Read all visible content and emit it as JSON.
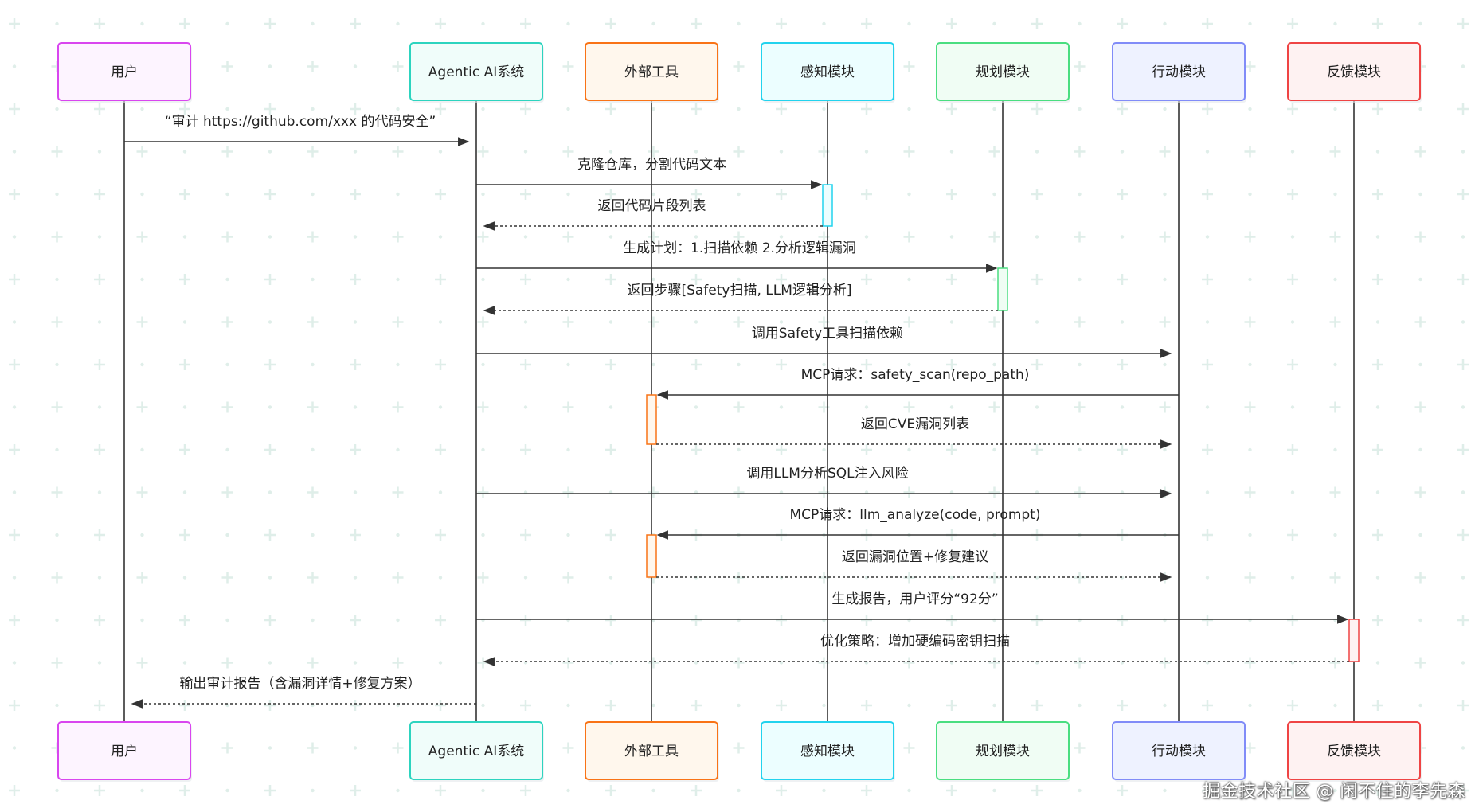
{
  "participants": [
    {
      "key": "user",
      "label": "用户",
      "color": "#d946ef",
      "fill": "#fdf4ff"
    },
    {
      "key": "agent",
      "label": "Agentic AI系统",
      "color": "#2dd4bf",
      "fill": "#f0fdfa"
    },
    {
      "key": "tools",
      "label": "外部工具",
      "color": "#f97316",
      "fill": "#fff7ed"
    },
    {
      "key": "perceive",
      "label": "感知模块",
      "color": "#22d3ee",
      "fill": "#ecfeff"
    },
    {
      "key": "plan",
      "label": "规划模块",
      "color": "#4ade80",
      "fill": "#f0fdf4"
    },
    {
      "key": "act",
      "label": "行动模块",
      "color": "#818cf8",
      "fill": "#eef2ff"
    },
    {
      "key": "feedback",
      "label": "反馈模块",
      "color": "#ef4444",
      "fill": "#fef2f2"
    }
  ],
  "messages": [
    {
      "from": "user",
      "to": "agent",
      "style": "solid",
      "text": "“审计 https://github.com/xxx 的代码安全”"
    },
    {
      "from": "agent",
      "to": "perceive",
      "style": "solid",
      "text": "克隆仓库，分割代码文本"
    },
    {
      "from": "perceive",
      "to": "agent",
      "style": "dashed",
      "text": "返回代码片段列表"
    },
    {
      "from": "agent",
      "to": "plan",
      "style": "solid",
      "text": "生成计划：1.扫描依赖 2.分析逻辑漏洞"
    },
    {
      "from": "plan",
      "to": "agent",
      "style": "dashed",
      "text": "返回步骤[Safety扫描, LLM逻辑分析]"
    },
    {
      "from": "agent",
      "to": "act",
      "style": "solid",
      "text": "调用Safety工具扫描依赖"
    },
    {
      "from": "act",
      "to": "tools",
      "style": "solid",
      "text": "MCP请求：safety_scan(repo_path)"
    },
    {
      "from": "tools",
      "to": "act",
      "style": "dashed",
      "text": "返回CVE漏洞列表"
    },
    {
      "from": "agent",
      "to": "act",
      "style": "solid",
      "text": "调用LLM分析SQL注入风险"
    },
    {
      "from": "act",
      "to": "tools",
      "style": "solid",
      "text": "MCP请求：llm_analyze(code, prompt)"
    },
    {
      "from": "tools",
      "to": "act",
      "style": "dashed",
      "text": "返回漏洞位置+修复建议"
    },
    {
      "from": "agent",
      "to": "feedback",
      "style": "solid",
      "text": "生成报告，用户评分“92分”"
    },
    {
      "from": "feedback",
      "to": "agent",
      "style": "dashed",
      "text": "优化策略：增加硬编码密钥扫描"
    },
    {
      "from": "agent",
      "to": "user",
      "style": "dashed",
      "text": "输出审计报告（含漏洞详情+修复方案）"
    }
  ],
  "activations": [
    {
      "participant": "perceive",
      "from_msg": 1,
      "to_msg": 2
    },
    {
      "participant": "plan",
      "from_msg": 3,
      "to_msg": 4
    },
    {
      "participant": "tools",
      "from_msg": 6,
      "to_msg": 7
    },
    {
      "participant": "tools",
      "from_msg": 9,
      "to_msg": 10
    },
    {
      "participant": "feedback",
      "from_msg": 11,
      "to_msg": 12
    }
  ],
  "line_color": "#333333",
  "grid_color": "#dfeee9",
  "watermark": "掘金技术社区 @ 闲不住的李先森"
}
